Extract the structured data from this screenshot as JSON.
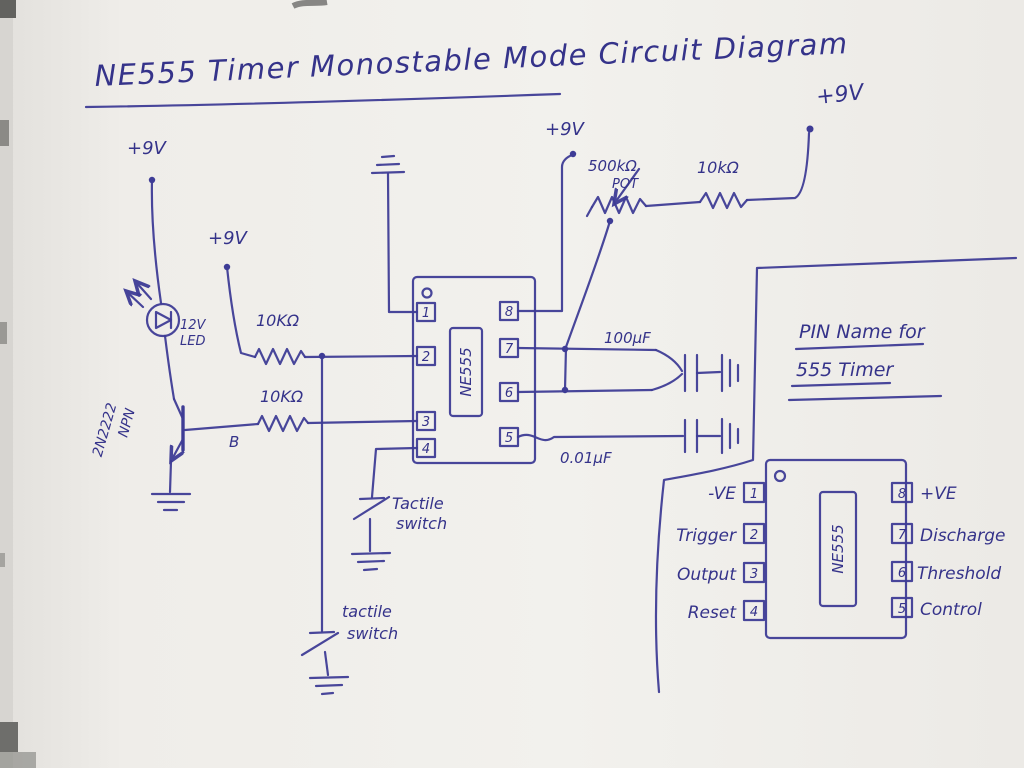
{
  "page": {
    "title": "NE555 Timer Monostable Mode Circuit Diagram"
  },
  "colors": {
    "ink": "#3e3c96",
    "paper": "#efede9"
  },
  "labels": {
    "vcc_left": "+9V",
    "vcc_mid": "+9V",
    "vcc_ic": "+9V",
    "vcc_right": "+9V",
    "pot_value": "500kΩ",
    "pot_name": "POT",
    "r_series": "10kΩ",
    "r_trigger": "10KΩ",
    "r_base": "10KΩ",
    "led_line1": "12V",
    "led_line2": "LED",
    "transistor_part": "2N2222",
    "transistor_type": "NPN",
    "base": "B",
    "cap_timing": "100μF",
    "cap_control": "0.01μF",
    "switch_reset_line1": "Tactile",
    "switch_reset_line2": "switch",
    "switch_trigger_line1": "tactile",
    "switch_trigger_line2": "switch"
  },
  "ic": {
    "name": "NE555",
    "left_pins": [
      "1",
      "2",
      "3",
      "4"
    ],
    "right_pins": [
      "8",
      "7",
      "6",
      "5"
    ]
  },
  "pin_table": {
    "title_line1": "PIN Name for",
    "title_line2": "555 Timer",
    "ic_name": "NE555",
    "left": [
      {
        "num": "1",
        "name": "-VE"
      },
      {
        "num": "2",
        "name": "Trigger"
      },
      {
        "num": "3",
        "name": "Output"
      },
      {
        "num": "4",
        "name": "Reset"
      }
    ],
    "right": [
      {
        "num": "8",
        "name": "+VE"
      },
      {
        "num": "7",
        "name": "Discharge"
      },
      {
        "num": "6",
        "name": "Threshold"
      },
      {
        "num": "5",
        "name": "Control"
      }
    ]
  }
}
